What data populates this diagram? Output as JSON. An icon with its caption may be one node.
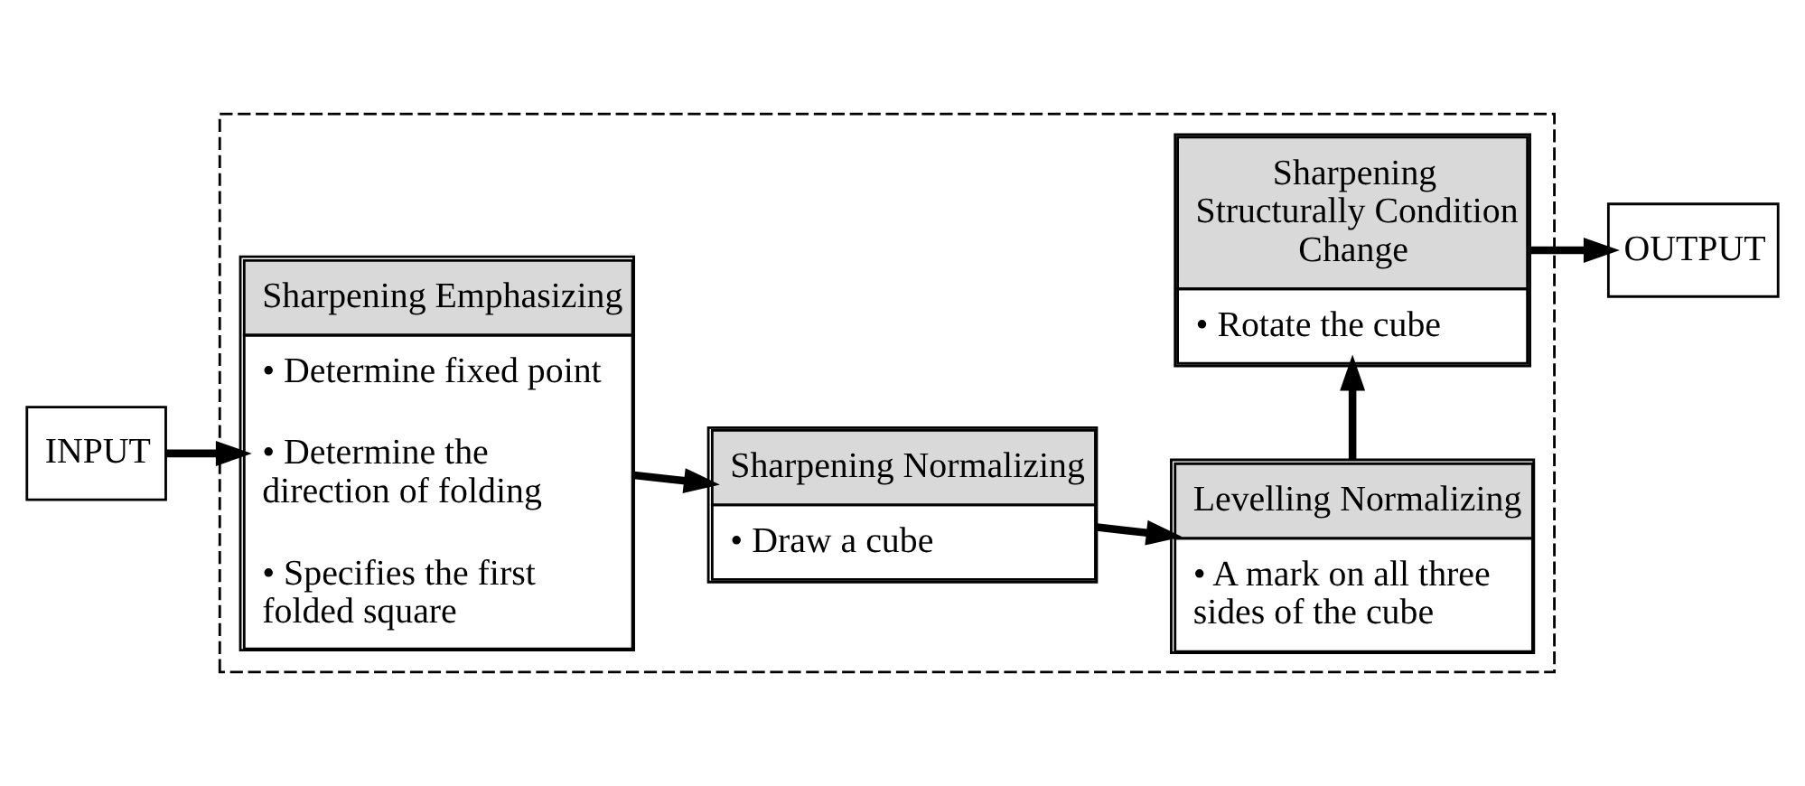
{
  "diagram": {
    "nodes": [
      {
        "text": [
          "INPUT"
        ]
      },
      {
        "text": [],
        "shape": "box"
      },
      {
        "text": [
          "Sharpening Emphasizing",
          "• Determine fixed point",
          "• Determine the direction of folding",
          "• Specifies the first folded square"
        ],
        "in": 1
      },
      {
        "text": [
          "Sharpening Normalizing",
          "• Draw a cube"
        ],
        "in": 1
      },
      {
        "text": [
          "Levelling Normalizing",
          "• A mark on all three sides of the cube"
        ],
        "in": 1
      },
      {
        "text": [
          "Sharpening Structurally Condition Change",
          "• Rotate the cube"
        ],
        "in": 1
      },
      {
        "text": [
          "OUTPUT"
        ]
      }
    ],
    "edges": [
      {
        "from": 0,
        "to": 2,
        "arrow": "to"
      },
      {
        "from": 2,
        "to": 3,
        "arrow": "to"
      },
      {
        "from": 3,
        "to": 4,
        "arrow": "to"
      },
      {
        "from": 4,
        "to": 5,
        "arrow": "to"
      },
      {
        "from": 5,
        "to": 6,
        "arrow": "to"
      }
    ]
  }
}
